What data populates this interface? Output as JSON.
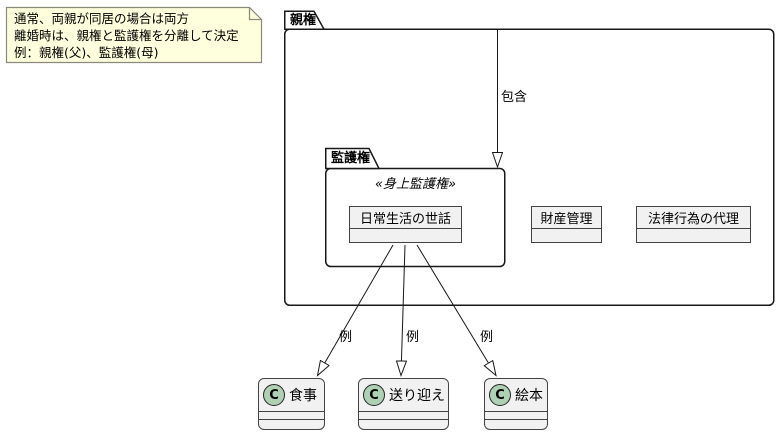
{
  "diagram_type": "uml-package-diagram",
  "note": {
    "text": "通常、両親が同居の場合は両方\n離婚時は、親権と監護権を分離して決定\n例：親権(父)、監護権(母)"
  },
  "packages": {
    "parental_authority": {
      "label": "親権"
    },
    "custody": {
      "label": "監護権",
      "stereotype": "«身上監護権»"
    }
  },
  "boxes": {
    "daily_care": {
      "label": "日常生活の世話"
    },
    "property_management": {
      "label": "財産管理"
    },
    "legal_representation": {
      "label": "法律行為の代理"
    }
  },
  "classes": {
    "meal": {
      "icon": "C",
      "label": "食事"
    },
    "pickup": {
      "icon": "C",
      "label": "送り迎え"
    },
    "picture_book": {
      "icon": "C",
      "label": "絵本"
    }
  },
  "edges": {
    "containment_label": "包含",
    "example_label": "例"
  },
  "colors": {
    "note_bg": "#FEFFDD",
    "note_border": "#8a8a7a",
    "package_bg": "#ffffff",
    "package_border": "#181818",
    "box_bg": "#F1F1F1",
    "box_border": "#434343",
    "class_circle_bg": "#ADD1B2",
    "arrow": "#181818",
    "text": "#000000"
  }
}
